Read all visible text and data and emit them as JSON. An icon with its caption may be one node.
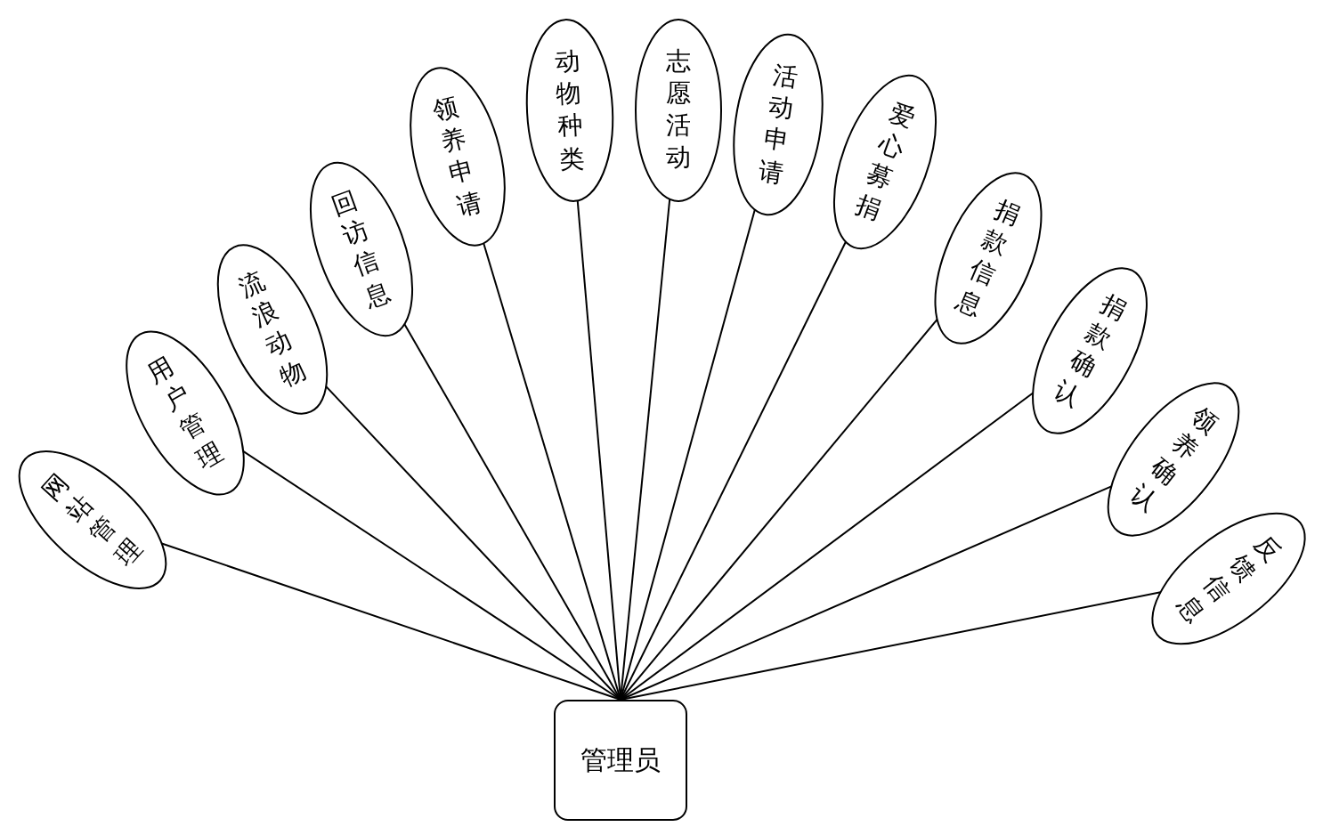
{
  "diagram": {
    "nodes": [
      {
        "text": [
          "网站管理"
        ]
      },
      {
        "text": [
          "用户管理"
        ]
      },
      {
        "text": [
          "流浪动物"
        ]
      },
      {
        "text": [
          "回访信息"
        ]
      },
      {
        "text": [
          "领养申请"
        ]
      },
      {
        "text": [
          "动物种类"
        ]
      },
      {
        "text": [
          "志愿活动"
        ]
      },
      {
        "text": [
          "活动申请"
        ]
      },
      {
        "text": [
          "爱心募捐"
        ]
      },
      {
        "text": [
          "捐款信息"
        ]
      },
      {
        "text": [
          "捐款确认"
        ]
      },
      {
        "text": [
          "领养确认"
        ]
      },
      {
        "text": [
          "反馈信息"
        ]
      },
      {
        "text": [
          "管理员"
        ]
      }
    ],
    "edges": [
      {
        "from": 13,
        "to": 0,
        "arrow": "none"
      },
      {
        "from": 13,
        "to": 1,
        "arrow": "none"
      },
      {
        "from": 13,
        "to": 2,
        "arrow": "none"
      },
      {
        "from": 13,
        "to": 3,
        "arrow": "none"
      },
      {
        "from": 13,
        "to": 4,
        "arrow": "none"
      },
      {
        "from": 13,
        "to": 5,
        "arrow": "none"
      },
      {
        "from": 13,
        "to": 6,
        "arrow": "none"
      },
      {
        "from": 13,
        "to": 7,
        "arrow": "none"
      },
      {
        "from": 13,
        "to": 8,
        "arrow": "none"
      },
      {
        "from": 13,
        "to": 9,
        "arrow": "none"
      },
      {
        "from": 13,
        "to": 10,
        "arrow": "none"
      },
      {
        "from": 13,
        "to": 11,
        "arrow": "none"
      },
      {
        "from": 13,
        "to": 12,
        "arrow": "none"
      }
    ]
  }
}
